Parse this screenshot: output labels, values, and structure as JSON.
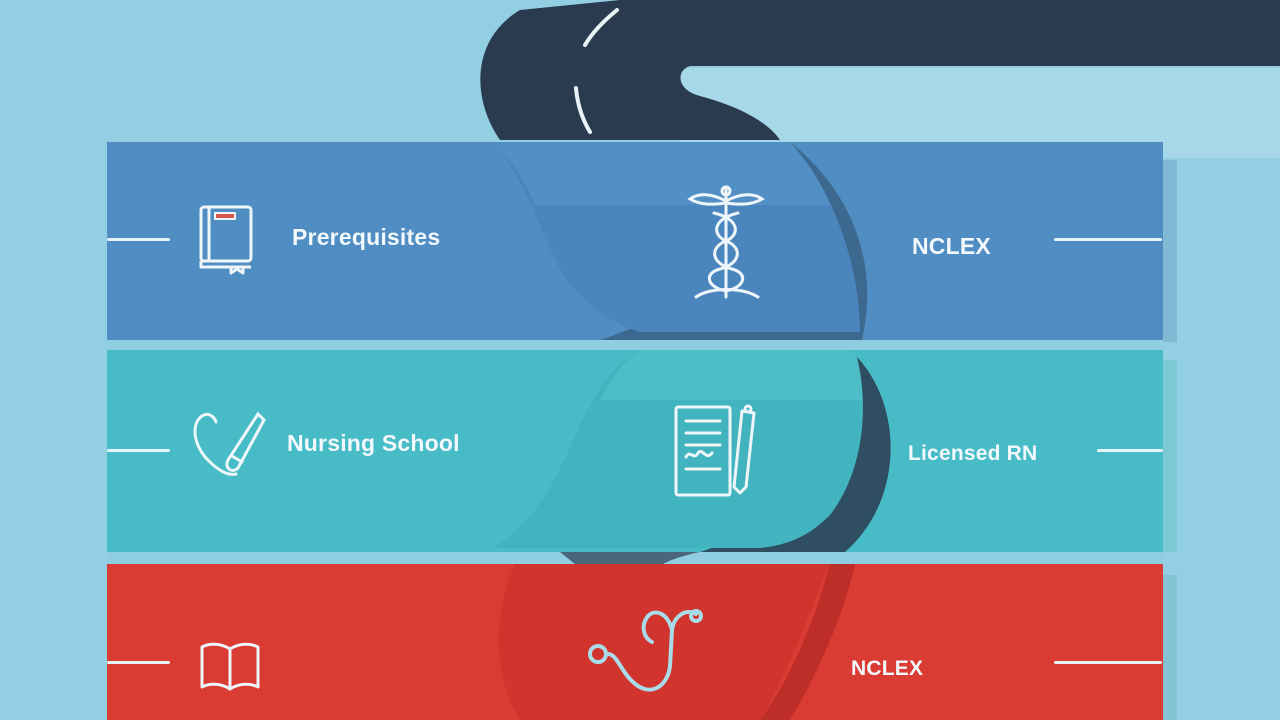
{
  "colors": {
    "background": "#92cfe3",
    "road": "#2b3b4f",
    "band_blue": "#4f8dc2",
    "band_teal": "#47bcc7",
    "band_red": "#da3b33",
    "line": "#e6f3f8"
  },
  "rows": [
    {
      "left_label": "Prerequisites",
      "left_icon": "book-icon",
      "center_icon": "caduceus-icon",
      "right_label": "NCLEX"
    },
    {
      "left_label": "Nursing School",
      "left_icon": "stethoscope-tube-icon",
      "center_icon": "clipboard-icon",
      "right_label": "Licensed RN"
    },
    {
      "left_label": "",
      "left_icon": "open-book-icon",
      "center_icon": "stethoscope-icon",
      "right_label": "NCLEX"
    }
  ]
}
